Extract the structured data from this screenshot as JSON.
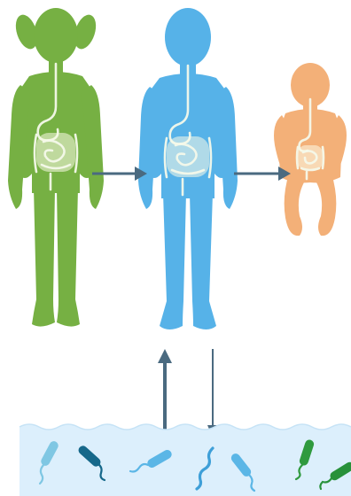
{
  "figures": [
    {
      "id": "girl",
      "icon": "girl-silhouette",
      "color": "#76b043"
    },
    {
      "id": "child",
      "icon": "child-silhouette",
      "color": "#56b2e8"
    },
    {
      "id": "baby",
      "icon": "baby-silhouette",
      "color": "#f3b078"
    }
  ],
  "gut": {
    "icon": "digestive-tract-icon",
    "stroke_color": "#f4f9ea",
    "fill_color": "#fbfbe8"
  },
  "arrows": {
    "color": "#4a6a80",
    "items": [
      {
        "id": "girl-to-child",
        "icon": "arrow-right-icon"
      },
      {
        "id": "child-to-baby",
        "icon": "arrow-right-icon"
      },
      {
        "id": "environment-to-child",
        "icon": "arrow-up-icon"
      },
      {
        "id": "child-to-environment",
        "icon": "arrow-down-icon"
      }
    ]
  },
  "environment": {
    "icon": "water-wave-icon",
    "water_color": "#dceffc",
    "bacteria": [
      {
        "color": "#7fc7e3",
        "icon": "bacterium-icon"
      },
      {
        "color": "#16688a",
        "icon": "bacterium-icon"
      },
      {
        "color": "#5bb6e6",
        "icon": "bacterium-icon"
      },
      {
        "color": "#3e9fd8",
        "icon": "bacterium-icon"
      },
      {
        "color": "#5bb6e6",
        "icon": "bacterium-icon"
      },
      {
        "color": "#2f9a3e",
        "icon": "bacterium-icon"
      },
      {
        "color": "#27913a",
        "icon": "bacterium-icon"
      }
    ]
  }
}
